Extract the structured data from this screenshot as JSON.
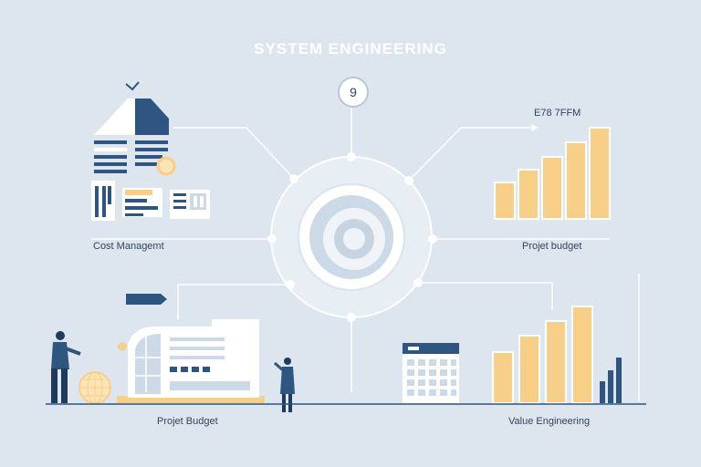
{
  "title": "SYSTEM ENGINEERING",
  "step_badge": "9",
  "labels": {
    "top_right_code": "E78 7FFM",
    "cost_management": "Cost Managemt",
    "project_budget_right": "Projet budget",
    "project_budget_bottom": "Projet Budget",
    "value_engineering": "Value Engineering"
  },
  "colors": {
    "background": "#dde6ee",
    "navy": "#2d557f",
    "accent_yellow": "#f7cf86",
    "line": "#ffffff"
  }
}
